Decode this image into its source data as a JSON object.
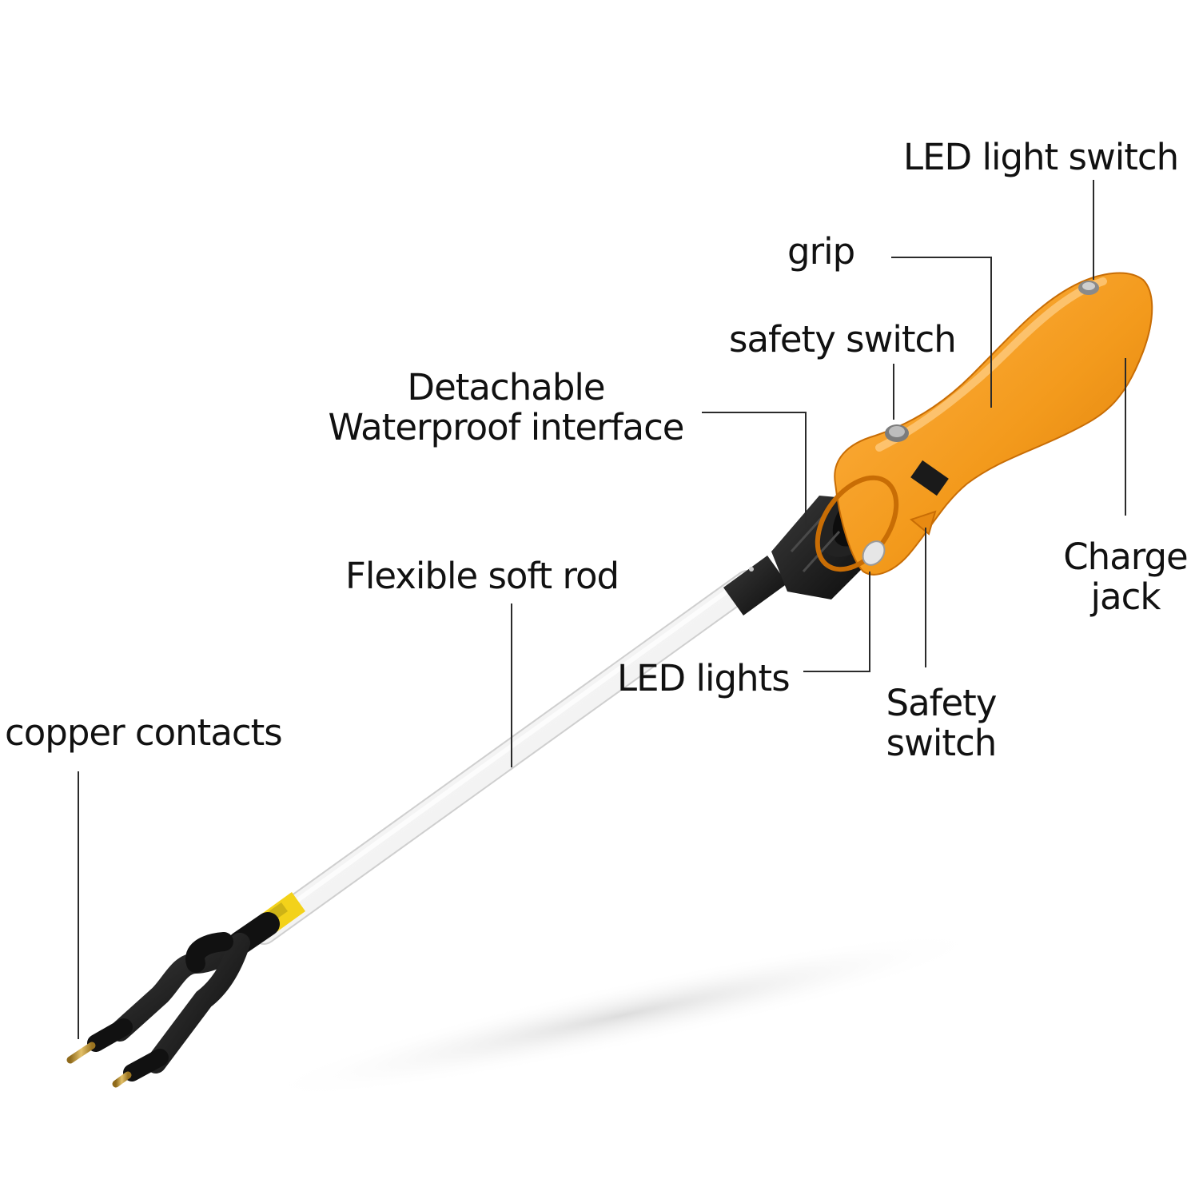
{
  "colors": {
    "background": "#ffffff",
    "text": "#111111",
    "leader_line": "#2b2b2b",
    "handle": "#f39a1c",
    "handle_shadow": "#d97a08",
    "connector": "#1a1a1a",
    "rod": "#f2f2f2",
    "fork": "#151515",
    "contacts": "#c9a13a"
  },
  "icons": {
    "product": "electric-livestock-prod-icon"
  },
  "labels": {
    "led_light_switch": "LED light switch",
    "grip": "grip",
    "safety_switch_top": "safety switch",
    "detachable_line1": "Detachable",
    "detachable_line2": "Waterproof interface",
    "flexible_soft_rod": "Flexible soft rod",
    "charge_line1": "Charge",
    "charge_line2": "jack",
    "led_lights": "LED lights",
    "safety_bottom_line1": "Safety",
    "safety_bottom_line2": "switch",
    "copper_contacts": "copper contacts"
  }
}
